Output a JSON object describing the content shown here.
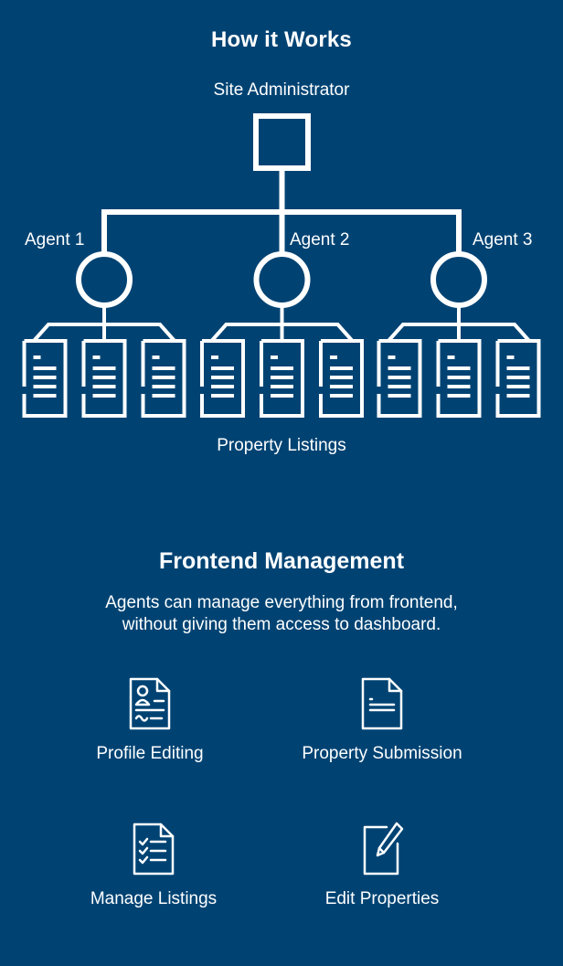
{
  "how_it_works": {
    "title": "How it Works",
    "top_node_label": "Site Administrator",
    "agents": [
      "Agent 1",
      "Agent 2",
      "Agent 3"
    ],
    "bottom_label": "Property Listings"
  },
  "frontend": {
    "title": "Frontend Management",
    "description_line1": "Agents can manage everything from frontend,",
    "description_line2": "without giving them access to dashboard.",
    "features": [
      {
        "label": "Profile Editing",
        "icon": "profile-document-icon"
      },
      {
        "label": "Property Submission",
        "icon": "document-lines-icon"
      },
      {
        "label": "Manage Listings",
        "icon": "checklist-icon"
      },
      {
        "label": "Edit Properties",
        "icon": "edit-pencil-icon"
      }
    ]
  },
  "colors": {
    "background": "#004373",
    "foreground": "#ffffff"
  }
}
